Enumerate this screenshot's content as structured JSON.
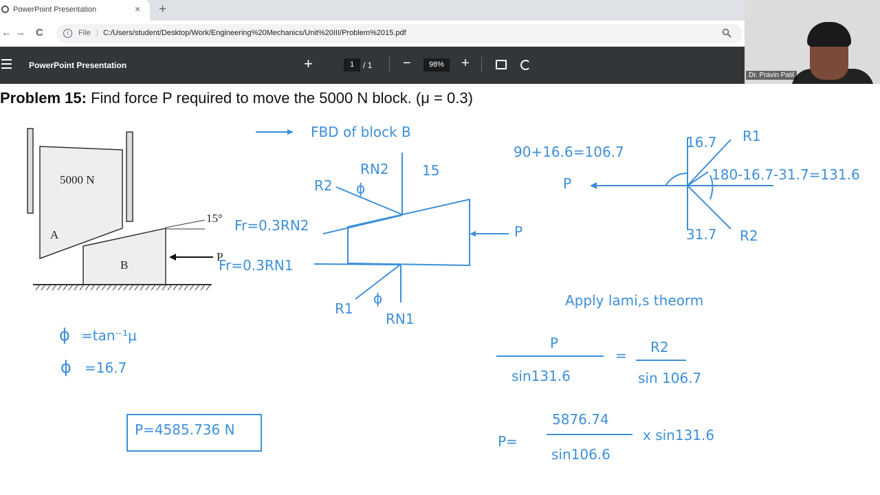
{
  "browser": {
    "tab_title": "PowerPoint Presentation",
    "tab_close": "×",
    "new_tab": "+",
    "nav_back": "←",
    "nav_forward": "→",
    "nav_reload": "C",
    "file_label": "File",
    "separator": "|",
    "url": "C:/Users/student/Desktop/Work/Engineering%20Mechanics/Unit%20III/Problem%2015.pdf",
    "zoom_glyph": "🔍"
  },
  "pdf_toolbar": {
    "title": "PowerPoint Presentation",
    "plus": "+",
    "page_current": "1",
    "page_total": "/ 1",
    "zoom_out": "−",
    "zoom_level": "98%",
    "zoom_in": "+"
  },
  "webcam": {
    "name": "Dr. Pravin Patil"
  },
  "slide": {
    "problem_label": "Problem 15:",
    "problem_text": "Find force P required to move the 5000 N block. (μ = 0.3)",
    "figure": {
      "block_a_weight": "5000 N",
      "block_a_label": "A",
      "block_b_label": "B",
      "angle_label": "15°",
      "force_label": "P"
    },
    "notes": {
      "fbd_title": "FBD of block B",
      "rn2": "RN2",
      "angle_15": "15",
      "r2_left": "R2",
      "phi_upper": "ϕ",
      "fr_top": "Fr=0.3RN2",
      "fr_bottom": "Fr=0.3RN1",
      "p_right": "P",
      "r1_left": "R1",
      "phi_lower": "ϕ",
      "rn1": "RN1",
      "phi_formula_symbol": "ϕ",
      "phi_formula": "=tan⁻¹μ",
      "phi_value_symbol": "ϕ",
      "phi_value": "=16.7",
      "result": "P=4585.736 N",
      "eq_angle_1": "90+16.6=106.7",
      "p_left": "P",
      "r1_top": "R1",
      "angle_167": "16.7",
      "eq_angle_2": "180-16.7-31.7=131.6",
      "angle_317": "31.7",
      "r2_bottom": "R2",
      "lami": "Apply lami,s theorm",
      "frac1_num": "P",
      "frac1_den": "sin131.6",
      "equals": "=",
      "frac2_num": "R2",
      "frac2_den": "sin 106.7",
      "p_equals": "P=",
      "frac3_num": "5876.74",
      "frac3_den": "sin106.6",
      "times": "x sin131.6"
    }
  },
  "colors": {
    "ink": "#3d8fd9",
    "toolbar": "#323639"
  }
}
